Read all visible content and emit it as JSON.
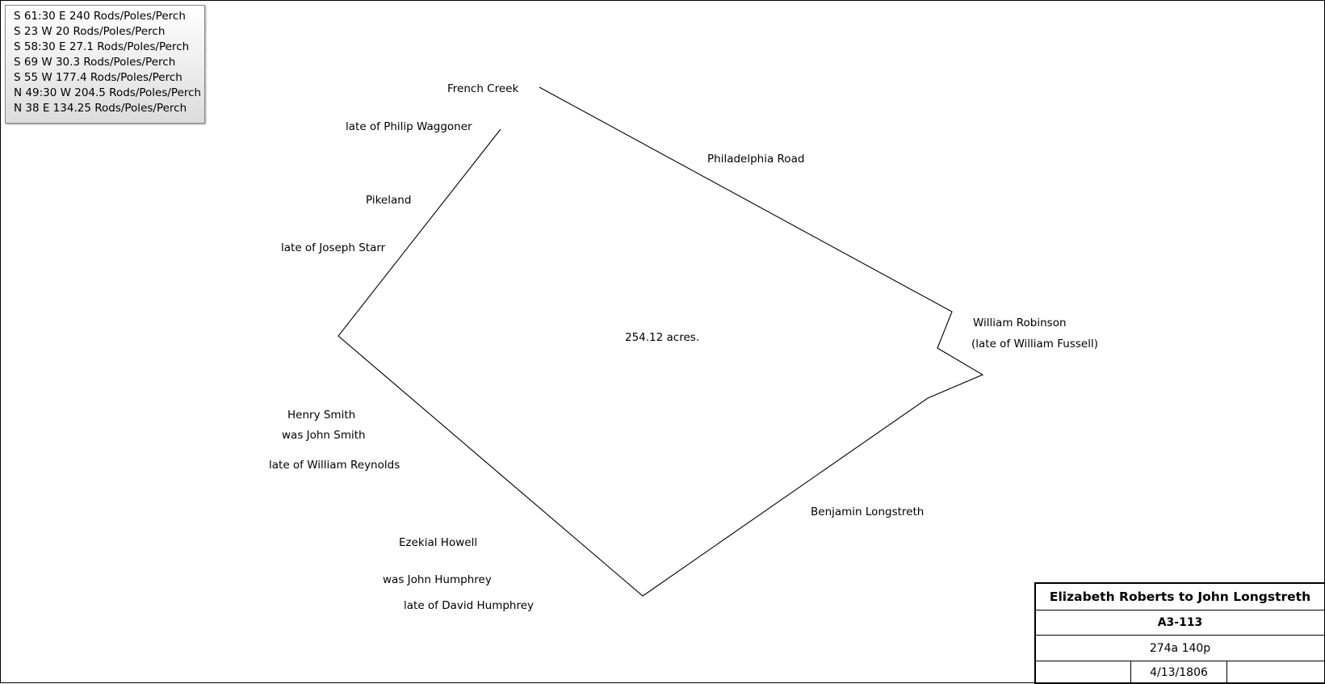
{
  "calls": [
    "S 61:30 E 240 Rods/Poles/Perch",
    "S 23 W 20 Rods/Poles/Perch",
    "S 58:30 E 27.1 Rods/Poles/Perch",
    "S 69 W 30.3 Rods/Poles/Perch",
    "S 55 W 177.4 Rods/Poles/Perch",
    "N 49:30 W 204.5 Rods/Poles/Perch",
    "N 38 E 134.25 Rods/Poles/Perch"
  ],
  "area_label": "254.12 acres.",
  "neighbors": {
    "french_creek": "French Creek",
    "philip_waggoner": "late of Philip Waggoner",
    "philadelphia_road": "Philadelphia Road",
    "pikeland": "Pikeland",
    "joseph_starr": "late of Joseph Starr",
    "william_robinson": "William Robinson",
    "william_fussell": "(late of William Fussell)",
    "henry_smith": "Henry Smith",
    "john_smith": "was John Smith",
    "william_reynolds": "late of William Reynolds",
    "benjamin_longstreth": "Benjamin Longstreth",
    "ezekial_howell": "Ezekial Howell",
    "john_humphrey": "was John Humphrey",
    "david_humphrey": "late of David Humphrey"
  },
  "title_block": {
    "title": "Elizabeth Roberts to John Longstreth",
    "id": "A3-113",
    "area": "274a 140p",
    "cell_left": "",
    "date": "4/13/1806",
    "cell_right": ""
  },
  "style": {
    "line_color": "#000000",
    "background": "#ffffff"
  }
}
